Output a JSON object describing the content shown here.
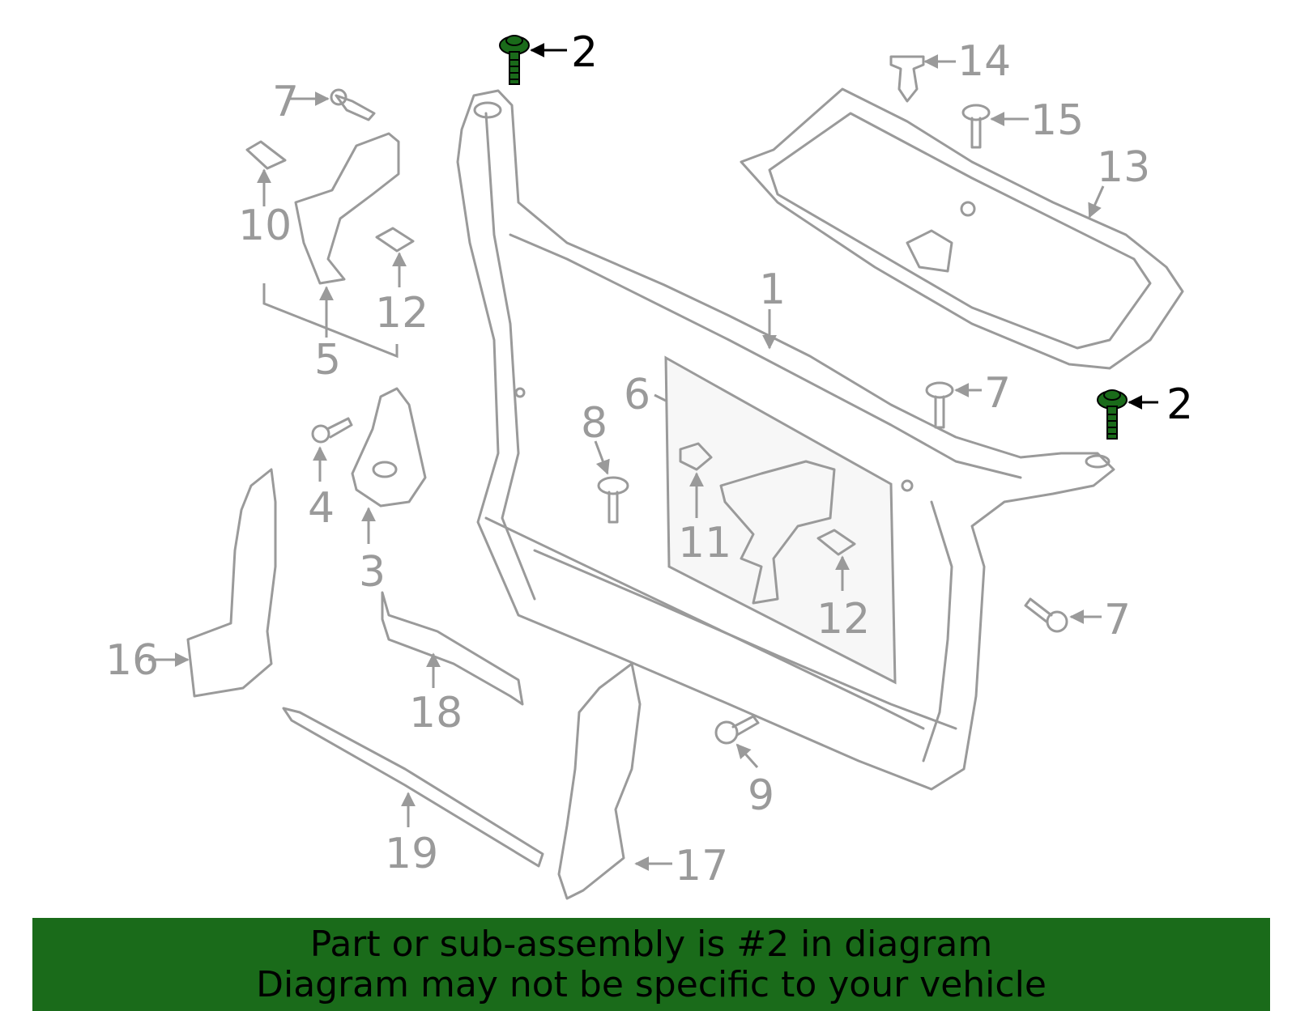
{
  "diagram": {
    "colors": {
      "line": "#9a9a9a",
      "label": "#9a9a9a",
      "highlight_part": "#1a6b1a",
      "highlight_label": "#000000"
    },
    "callouts": {
      "c1": "1",
      "c2a": "2",
      "c2b": "2",
      "c3": "3",
      "c4": "4",
      "c5": "5",
      "c6": "6",
      "c7a": "7",
      "c7b": "7",
      "c7c": "7",
      "c8": "8",
      "c9": "9",
      "c10": "10",
      "c11": "11",
      "c12a": "12",
      "c12b": "12",
      "c13": "13",
      "c14": "14",
      "c15": "15",
      "c16": "16",
      "c17": "17",
      "c18": "18",
      "c19": "19"
    }
  },
  "banner": {
    "line1": "Part or sub-assembly is #2 in diagram",
    "line2": "Diagram may not be specific to your vehicle",
    "background": "#1a6b1a",
    "text_color": "#000000"
  }
}
